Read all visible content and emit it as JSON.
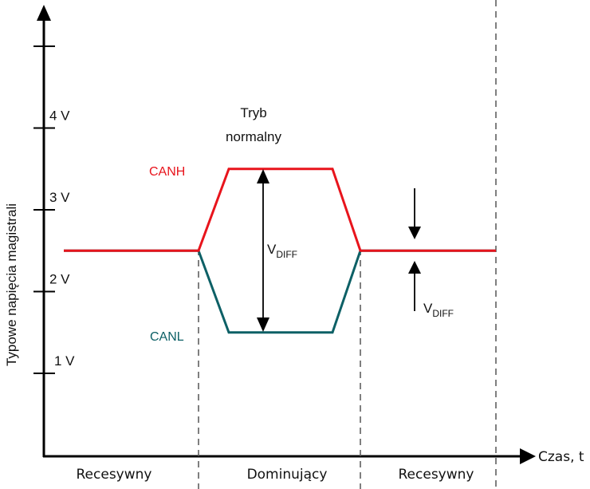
{
  "diagram": {
    "title_line1": "Tryb",
    "title_line2": "normalny",
    "y_axis_label": "Typowe napięcia magistrali",
    "x_axis_label": "Czas, t",
    "y_ticks": [
      "1 V",
      "2 V",
      "3 V",
      "4 V"
    ],
    "y_tick_values": [
      1,
      2,
      3,
      4,
      5
    ],
    "signals": {
      "canh": {
        "label": "CANH",
        "color": "#e8141c",
        "recessive_v": 2.5,
        "dominant_v": 3.5
      },
      "canl": {
        "label": "CANL",
        "color": "#0d6066",
        "recessive_v": 2.5,
        "dominant_v": 1.5
      }
    },
    "vdiff_main": {
      "main": "V",
      "sub": "DIFF"
    },
    "vdiff_recessive": {
      "main": "V",
      "sub": "DIFF"
    },
    "regions": [
      "Recesywny",
      "Dominujący",
      "Recesywny"
    ]
  }
}
